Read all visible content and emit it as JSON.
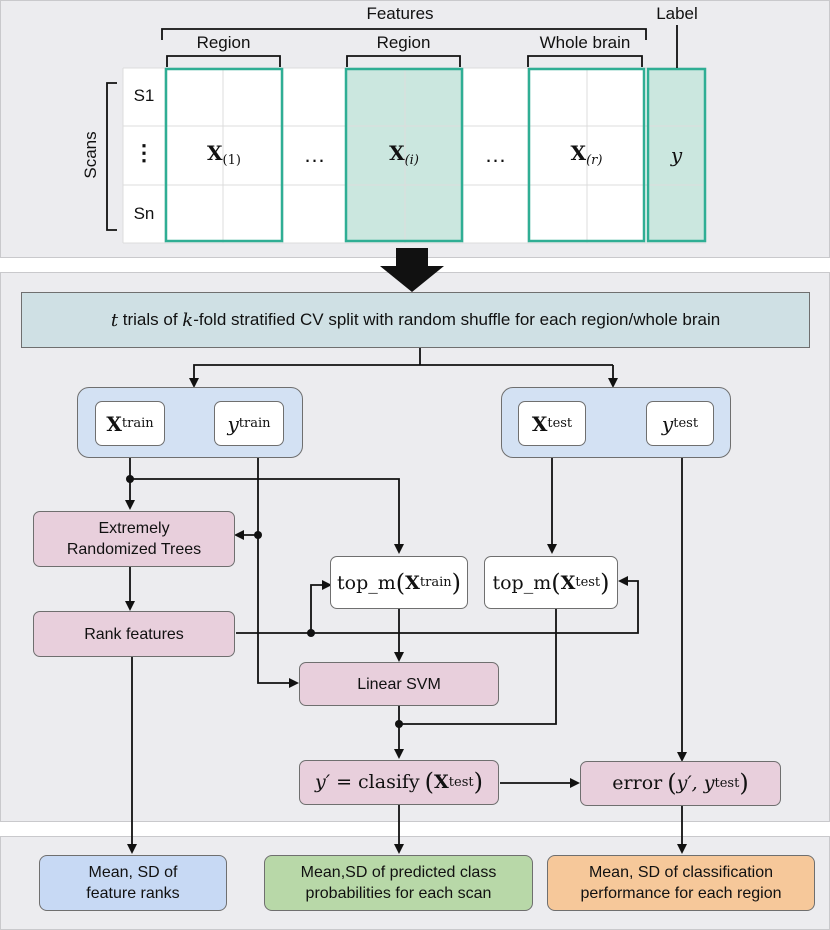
{
  "top": {
    "features_label": "Features",
    "label_label": "Label",
    "scans_label": "Scans",
    "group_labels": [
      "Region",
      "Region",
      "Whole brain"
    ],
    "row_labels": [
      "S1",
      "⋮",
      "Sn"
    ],
    "ellipsis": "…",
    "matrix_x": "X",
    "matrix_subs": [
      "(1)",
      "(i)",
      "(r)"
    ],
    "label_y": "y"
  },
  "header": {
    "t_var": "t",
    "k_var": "k",
    "part1": " trials of ",
    "part2": "-fold stratified CV split with random shuffle for each region/whole brain"
  },
  "train": {
    "x": "X",
    "x_sub": "train",
    "y": "y",
    "y_sub": "train"
  },
  "test": {
    "x": "X",
    "x_sub": "test",
    "y": "y",
    "y_sub": "test"
  },
  "nodes": {
    "ert": "Extremely Randomized Trees",
    "rank": "Rank features",
    "svm": "Linear SVM",
    "top_m": "top_m",
    "top_train_sub": "train",
    "top_test_sub": "test",
    "classify": "clasify",
    "classify_y": "y′ = ",
    "classify_x_sub": "test",
    "error": "error",
    "error_args": "y′, y",
    "error_sub": "test"
  },
  "outputs": {
    "ranks": "Mean, SD of feature ranks",
    "probs": "Mean,SD of predicted class probabilities for each scan",
    "perf": "Mean, SD of classification performance for each region"
  },
  "colors": {
    "teal": "#cbe7df",
    "teal_border": "#2fae94",
    "out_blue": "#c7d9f4",
    "out_green": "#b8d8a8",
    "out_orange": "#f6c89a"
  }
}
